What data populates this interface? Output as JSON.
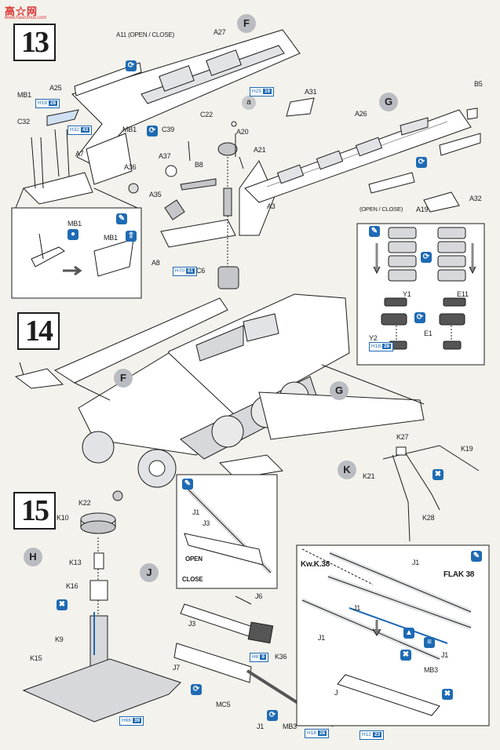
{
  "watermark": {
    "text": "高☆网",
    "url": "www.hasoshuo.com"
  },
  "steps": {
    "s13": "13",
    "s14": "14",
    "s15": "15"
  },
  "assemblies": {
    "F1": "F",
    "G1": "G",
    "F2": "F",
    "G2": "G",
    "K": "K",
    "H": "H",
    "J": "J"
  },
  "sub_a": "a",
  "labels_13": {
    "a11": "A11 (OPEN / CLOSE)",
    "a27": "A27",
    "mb1": "MB1",
    "a25": "A25",
    "c32": "C32",
    "mb1b": "MB1",
    "c39": "C39",
    "c22": "C22",
    "a31": "A31",
    "a20": "A20",
    "a21": "A21",
    "a7": "A7",
    "a37": "A37",
    "a36": "A36",
    "b8": "B8",
    "a35": "A35",
    "a3": "A3",
    "a8": "A8",
    "c6": "C6",
    "b5": "B5",
    "a26": "A26",
    "a19": "A19",
    "a32": "A32",
    "open_close": "(OPEN / CLOSE)",
    "detail_mb1a": "MB1",
    "detail_mb1b": "MB1",
    "y1": "Y1",
    "e11": "E11",
    "y2": "Y2",
    "e1": "E1"
  },
  "labels_15": {
    "k22": "K22",
    "k10": "K10",
    "k13": "K13",
    "k16": "K16",
    "k9": "K9",
    "k15": "K15",
    "k27": "K27",
    "k19": "K19",
    "k21": "K21",
    "k28": "K28",
    "j1": "J1",
    "j3": "J3",
    "open": "OPEN",
    "close": "CLOSE",
    "j6": "J6",
    "j3b": "J3",
    "k36": "K36",
    "j7": "J7",
    "mc5": "MC5",
    "j1mb3": "J1",
    "mb3": "MB3",
    "kwk38": "Kw.K.38",
    "flak38": "FLAK 38",
    "dj1a": "J1",
    "dj1b": "J1",
    "dj1c": "J1",
    "dj1d": "J1",
    "dmb3": "MB3",
    "dj": "J"
  },
  "refs": {
    "r1": {
      "pre": "H",
      "a": "18",
      "b": "28"
    },
    "r2": {
      "pre": "H",
      "a": "32",
      "b": "43"
    },
    "r3": {
      "pre": "H",
      "a": "25",
      "b": "19"
    },
    "r4": {
      "pre": "H",
      "a": "70",
      "b": "61"
    },
    "r5": {
      "pre": "H",
      "a": "18",
      "b": "28"
    },
    "r6": {
      "pre": "H",
      "a": "66",
      "b": "39"
    },
    "r7": {
      "pre": "H",
      "a": "8",
      "b": "9"
    },
    "r8": {
      "pre": "H",
      "a": "18",
      "b": "28"
    },
    "r9": {
      "pre": "H",
      "a": "12",
      "b": "23"
    }
  },
  "colors": {
    "accent": "#1e6ab4",
    "part_gray": "#c4c6ca",
    "line": "#1d1d1d"
  }
}
